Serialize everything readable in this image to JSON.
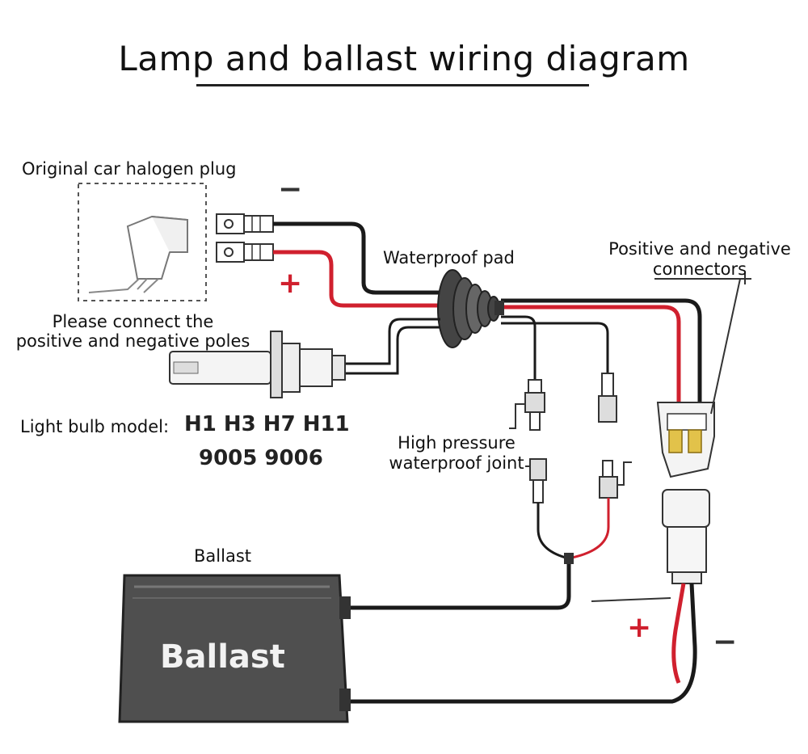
{
  "title": "Lamp and ballast wiring diagram",
  "labels": {
    "halogen_plug": "Original car halogen plug",
    "connect_poles_line1": "Please connect the",
    "connect_poles_line2": "positive and negative poles",
    "bulb_model_prefix": "Light bulb model:",
    "waterproof_pad": "Waterproof pad",
    "pn_connectors_line1": "Positive and negative",
    "pn_connectors_line2": "connectors",
    "hp_joint_line1": "High pressure",
    "hp_joint_line2": "waterproof joint",
    "ballast": "Ballast",
    "ballast_box_text": "Ballast"
  },
  "bulb_models": {
    "row1": "H1   H3   H7   H11",
    "row2": "9005  9006"
  },
  "polarity": {
    "minus_top": "−",
    "plus_top": "+",
    "plus_bottom": "+",
    "minus_bottom": "−"
  },
  "colors": {
    "positive_wire": "#d0202e",
    "negative_wire": "#1a1a1a",
    "ballast_box": "#555555",
    "connector_yellow": "#e2c24a"
  }
}
